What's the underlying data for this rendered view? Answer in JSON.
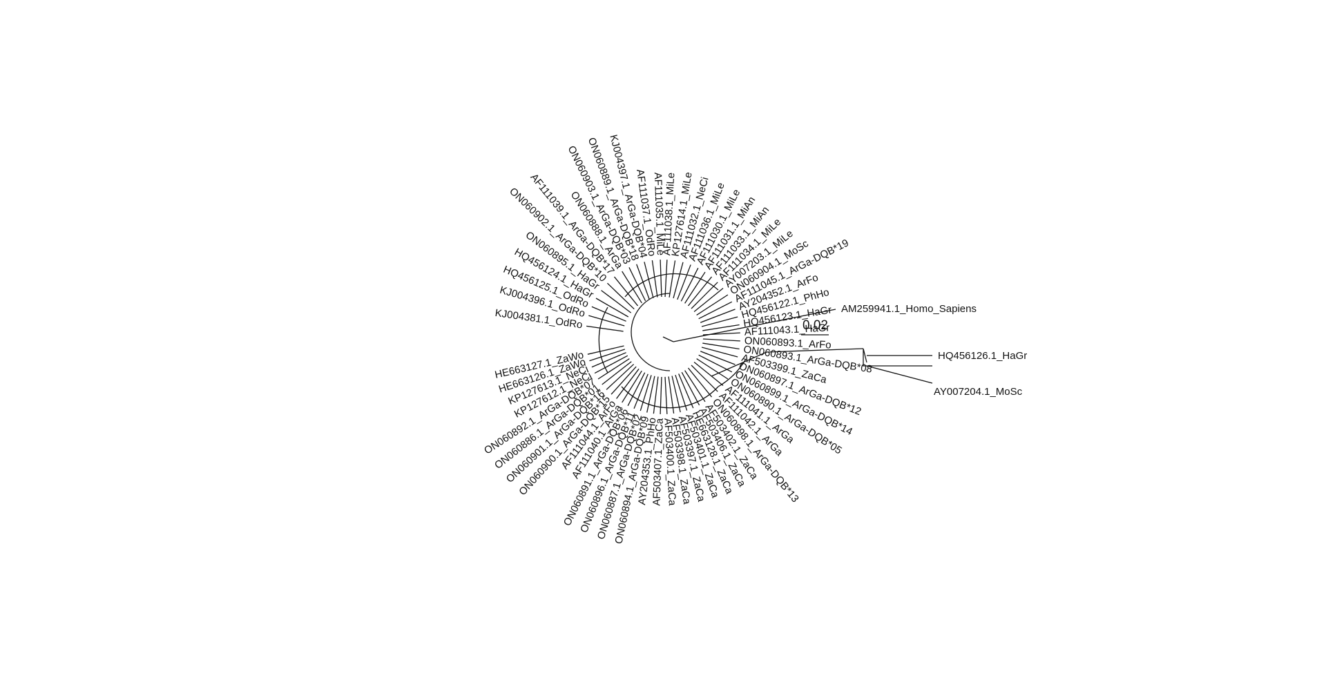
{
  "tree": {
    "colors": {
      "line": "#111111",
      "background": "#ffffff"
    },
    "scale_bar": {
      "label": "0.02"
    },
    "outgroup": {
      "label": "AM259941.1_Homo_Sapiens",
      "subclade": [
        "HQ456126.1_HaGr",
        "AY007204.1_MoSc"
      ]
    },
    "leaves": [
      {
        "label": "KJ004381.1_OdRo",
        "angle": 188
      },
      {
        "label": "KJ004396.1_OdRo",
        "angle": 196
      },
      {
        "label": "HQ456125.1_OdRo",
        "angle": 203
      },
      {
        "label": "HQ456124.1_HaGr",
        "angle": 210
      },
      {
        "label": "ON060895.1_HaGr",
        "angle": 217
      },
      {
        "label": "ON060902.1_ArGa-DQB*10",
        "angle": 224
      },
      {
        "label": "AF111039.1_ArGa-DQB*17",
        "angle": 231
      },
      {
        "label": "ON060888.1_ArGa",
        "angle": 238
      },
      {
        "label": "ON060903.1_ArGa-DQB*03",
        "angle": 244
      },
      {
        "label": "ON060889.1_ArGa-DQB*18",
        "angle": 250
      },
      {
        "label": "KJ004397.1_ArGa-DQB*04",
        "angle": 256
      },
      {
        "label": "AF111037.1_OdRo",
        "angle": 262
      },
      {
        "label": "AF111035.1_MiLe",
        "angle": 268
      },
      {
        "label": "AF111038.1_MiLe",
        "angle": 273
      },
      {
        "label": "KP127614.1_MiLe",
        "angle": 279
      },
      {
        "label": "AF111032.1_NeCi",
        "angle": 285
      },
      {
        "label": "AF111036.1_MiLe",
        "angle": 291
      },
      {
        "label": "AF111030.1_MiLe",
        "angle": 297
      },
      {
        "label": "AF111031.1_MiAn",
        "angle": 303
      },
      {
        "label": "AF111033.1_MiAn",
        "angle": 309
      },
      {
        "label": "AF111034.1_MiLe",
        "angle": 315
      },
      {
        "label": "AY007203.1_MiLe",
        "angle": 321
      },
      {
        "label": "ON060904.1_MoSc",
        "angle": 327
      },
      {
        "label": "AF111045.1_ArGa-DQB*19",
        "angle": 333
      },
      {
        "label": "AY204352.1_ArFo",
        "angle": 339
      },
      {
        "label": "HQ456122.1_PhHo",
        "angle": 345
      },
      {
        "label": "HQ456123.1_HaGr",
        "angle": 351
      },
      {
        "label": "AF111043.1_HaGr",
        "angle": 357
      },
      {
        "label": "ON060893.1_ArFo",
        "angle": 3
      },
      {
        "label": "ON060893.1_ArGa-DQB*08",
        "angle": 9
      },
      {
        "label": "AF503399.1_ZaCa",
        "angle": 15
      },
      {
        "label": "ON060897.1_ArGa-DQB*12",
        "angle": 21
      },
      {
        "label": "ON060899.1_ArGa-DQB*14",
        "angle": 27
      },
      {
        "label": "ON060890.1_ArGa-DQB*05",
        "angle": 33
      },
      {
        "label": "AF111041.1_ArGa",
        "angle": 39
      },
      {
        "label": "AF111042.1_ArGa",
        "angle": 45
      },
      {
        "label": "ON060898.1_ArGa-DQB*13",
        "angle": 51
      },
      {
        "label": "AF503402.1_ZaCa",
        "angle": 57
      },
      {
        "label": "AF503406.1_ZaCa",
        "angle": 62
      },
      {
        "label": "HE663128.1_ZaCa",
        "angle": 67
      },
      {
        "label": "AF503401.1_ZaCa",
        "angle": 72
      },
      {
        "label": "AF503397.1_ZaCa",
        "angle": 77
      },
      {
        "label": "AF503398.1_ZaCa",
        "angle": 82
      },
      {
        "label": "AF503400.1_ZaCa",
        "angle": 87
      },
      {
        "label": "AF503407.1_ZaCa",
        "angle": 92
      },
      {
        "label": "AY204353.1_PhHo",
        "angle": 97
      },
      {
        "label": "ON060894.1_ArGa-DQB*09",
        "angle": 102
      },
      {
        "label": "ON060887.1_ArGa-DQB*02",
        "angle": 107
      },
      {
        "label": "ON060896.1_ArGa-DQB*11",
        "angle": 112
      },
      {
        "label": "ON060891.1_ArGa-DQB*06",
        "angle": 117
      },
      {
        "label": "AF111040.1_ArGa",
        "angle": 122
      },
      {
        "label": "AF111044.1_ArFo",
        "angle": 127
      },
      {
        "label": "ON060900.1_ArGa-DQB*15",
        "angle": 132
      },
      {
        "label": "ON060901.1_ArGa-DQB*16",
        "angle": 137
      },
      {
        "label": "ON060886.1_ArGa-DQB*01",
        "angle": 142
      },
      {
        "label": "ON060892.1_ArGa-DQB*07",
        "angle": 147
      },
      {
        "label": "KP127612.1_NeCi",
        "angle": 152
      },
      {
        "label": "KP127613.1_NeCi",
        "angle": 157
      },
      {
        "label": "HE663126.1_ZaWo",
        "angle": 162
      },
      {
        "label": "HE663127.1_ZaWo",
        "angle": 167
      }
    ]
  }
}
